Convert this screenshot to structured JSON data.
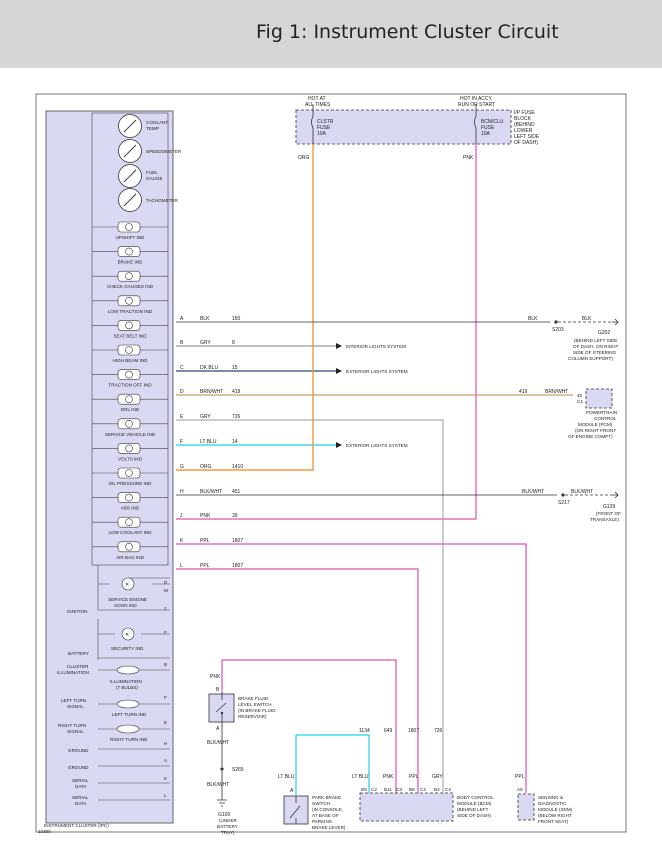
{
  "header": {
    "title": "Fig 1: Instrument Cluster Circuit"
  },
  "colors": {
    "orange": "#ec9b3b",
    "pink": "#e04fb4",
    "cyan": "#20d0e8",
    "navy": "#1f4e79",
    "tan": "#c9a06b",
    "grey": "#999999",
    "box_fill": "#d9d9f3"
  },
  "fuse_block": {
    "left_hot": [
      "HOT AT",
      "ALL TIMES"
    ],
    "right_hot": [
      "HOT IN ACCY,",
      "RUN OR START"
    ],
    "clstr_fuse": [
      "CLSTR",
      "FUSE",
      "10A"
    ],
    "bcm_fuse": [
      "BCM/CLU",
      "FUSE",
      "10A"
    ],
    "location": [
      "I/P FUSE",
      "BLOCK",
      "(BEHIND",
      "LOWER",
      "LEFT SIDE",
      "OF DASH)"
    ],
    "org_wire": "ORG",
    "pnk_wire": "PNK"
  },
  "gauges": [
    "COOLANT TEMP",
    "SPEEDOMETER",
    "FUEL GAUGE",
    "TACHOMETER"
  ],
  "indicators": [
    "UPSHIFT IND",
    "BRAKE IND",
    "CHECK GAUGES IND",
    "LOW TRACTION IND",
    "SEAT BELT IND",
    "HIGH BEAM IND",
    "TRACTION OFF IND",
    "DRL IND",
    "SERVICE VEHICLE IND",
    "VOLTS IND",
    "OIL PRESSURE IND",
    "ABS IND",
    "LOW COOLANT IND",
    "AIR BAG IND"
  ],
  "lower_inds": {
    "ses": [
      "SERVICE ENGINE",
      "SOON IND"
    ],
    "security": "SECURITY IND",
    "illum": [
      "ILLUMINATION",
      "(7 BULBS)"
    ],
    "lt_turn": "LEFT TURN IND",
    "rt_turn": "RIGHT TURN IND"
  },
  "wires": [
    {
      "pin": "A",
      "color": "BLK",
      "circuit": "150",
      "end": ""
    },
    {
      "pin": "B",
      "color": "GRY",
      "circuit": "8",
      "end": "INTERIOR LIGHTS SYSTEM"
    },
    {
      "pin": "C",
      "color": "DK BLU",
      "circuit": "15",
      "end": "EXTERIOR LIGHTS SYSTEM"
    },
    {
      "pin": "D",
      "color": "BRN/WHT",
      "circuit": "419",
      "end": ""
    },
    {
      "pin": "E",
      "color": "GRY",
      "circuit": "726",
      "end": ""
    },
    {
      "pin": "F",
      "color": "LT BLU",
      "circuit": "14",
      "end": "EXTERIOR LIGHTS SYSTEM"
    },
    {
      "pin": "G",
      "color": "ORG",
      "circuit": "1410",
      "end": ""
    },
    {
      "pin": "H",
      "color": "BLK/WHT",
      "circuit": "451",
      "end": ""
    },
    {
      "pin": "J",
      "color": "PNK",
      "circuit": "39",
      "end": ""
    },
    {
      "pin": "K",
      "color": "PPL",
      "circuit": "1807",
      "end": ""
    },
    {
      "pin": "L",
      "color": "PPL",
      "circuit": "1807",
      "end": ""
    }
  ],
  "lower_pins": [
    "D",
    "M",
    "J",
    "F",
    "B",
    "F",
    "E",
    "H",
    "A",
    "K",
    "L"
  ],
  "left_labels": {
    "ignition": "IGNITION",
    "battery": "BATTERY",
    "cluster_illum": [
      "CLUSTER",
      "ILLUMINATION"
    ],
    "left_turn": [
      "LEFT TURN",
      "SIGNAL"
    ],
    "right_turn": [
      "RIGHT TURN",
      "SIGNAL"
    ],
    "ground1": "GROUND",
    "ground2": "GROUND",
    "serial1": [
      "SERIAL",
      "DATA"
    ],
    "serial2": [
      "SERIAL",
      "DATA"
    ]
  },
  "cluster": {
    "name": "INSTRUMENT CLUSTER (IPC)",
    "code": "13300"
  },
  "ground_top": {
    "wire": "BLK",
    "wire2": "BLK",
    "splice": "S203",
    "ground": "G202",
    "desc": [
      "(BEHIND LEFT SIDE",
      "OF DASH, ON RIGHT",
      "SIDE OF STEERING",
      "COLUMN SUPPORT)"
    ]
  },
  "pcm": {
    "circuit": "419",
    "color": "BRN/WHT",
    "pin": "45",
    "conn": "C1",
    "desc": [
      "POWERTRAIN",
      "CONTROL",
      "MODULE (PCM)",
      "(ON RIGHT FRONT",
      "OF ENGINE COMPT)"
    ]
  },
  "ground_mid": {
    "wire": "BLK/WHT",
    "wire2": "BLK/WHT",
    "splice": "S217",
    "ground": "G139",
    "desc": [
      "(FRONT OF",
      "TRANSAXLE)"
    ]
  },
  "brake_switch": {
    "wire_top": "PNK",
    "pin_top": "B",
    "pin_bottom": "A",
    "desc": [
      "BRAKE FLUID",
      "LEVEL SWITCH",
      "(IN BRAKE FLUID",
      "RESERVOIR)"
    ],
    "wire_bottom": "BLK/WHT",
    "splice": "S265",
    "wire_g": "BLK/WHT",
    "ground": "G100",
    "ground_desc": [
      "(UNDER",
      "BATTERY",
      "TRAY)"
    ]
  },
  "park_switch": {
    "wire": "LT BLU",
    "pin": "A",
    "desc": [
      "PARK BRAKE",
      "SWITCH",
      "(IN CONSOLE,",
      "AT BASE OF",
      "PARKING",
      "BRAKE LEVER)"
    ]
  },
  "bcm": {
    "circuits": [
      "1134",
      "649",
      "1807",
      "726"
    ],
    "wires": [
      "LT BLU",
      "PNK",
      "PPL",
      "GRY"
    ],
    "pins": [
      "B9",
      "C2",
      "B11",
      "C3",
      "B8",
      "C2",
      "B4",
      "C2"
    ],
    "desc": [
      "BODY CONTROL",
      "MODULE (BCM)",
      "(BEHIND LEFT",
      "SIDE OF DASH)"
    ]
  },
  "sdm": {
    "wire": "PPL",
    "pin": "A5",
    "desc": [
      "SENSING &",
      "DIAGNOSTIC",
      "MODULE (SDM)",
      "(BELOW RIGHT",
      "FRONT SEAT)"
    ]
  }
}
